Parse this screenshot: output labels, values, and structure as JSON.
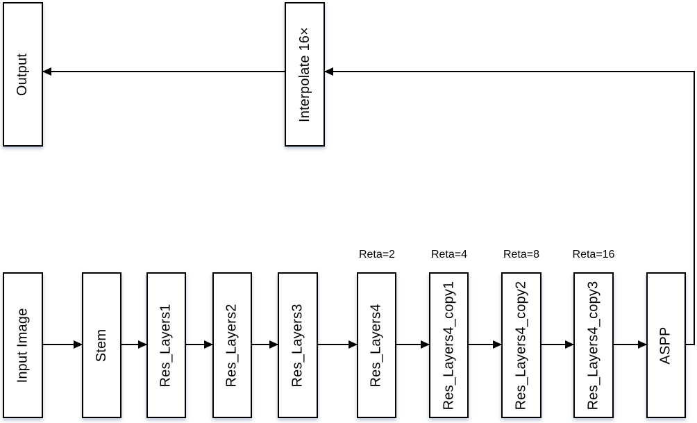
{
  "diagram": {
    "type": "flowchart",
    "colors": {
      "background": "#ffffff",
      "line": "#000000",
      "box_border": "#000000",
      "box_fill": "#ffffff",
      "box_shadow": "#b7c3d9",
      "text": "#000000"
    },
    "top_nodes": [
      {
        "id": "output",
        "label": "Output"
      },
      {
        "id": "interpolate",
        "label": "Interpolate 16×"
      }
    ],
    "bottom_nodes": [
      {
        "id": "input-image",
        "label": "Input Image"
      },
      {
        "id": "stem",
        "label": "Stem"
      },
      {
        "id": "res-layers1",
        "label": "Res_Layers1"
      },
      {
        "id": "res-layers2",
        "label": "Res_Layers2"
      },
      {
        "id": "res-layers3",
        "label": "Res_Layers3"
      },
      {
        "id": "res-layers4",
        "label": "Res_Layers4",
        "annotation": "Reta=2"
      },
      {
        "id": "res-layers4-copy1",
        "label": "Res_Layers4_copy1",
        "annotation": "Reta=4"
      },
      {
        "id": "res-layers4-copy2",
        "label": "Res_Layers4_copy2",
        "annotation": "Reta=8"
      },
      {
        "id": "res-layers4-copy3",
        "label": "Res_Layers4_copy3",
        "annotation": "Reta=16"
      },
      {
        "id": "aspp",
        "label": "ASPP"
      }
    ]
  }
}
